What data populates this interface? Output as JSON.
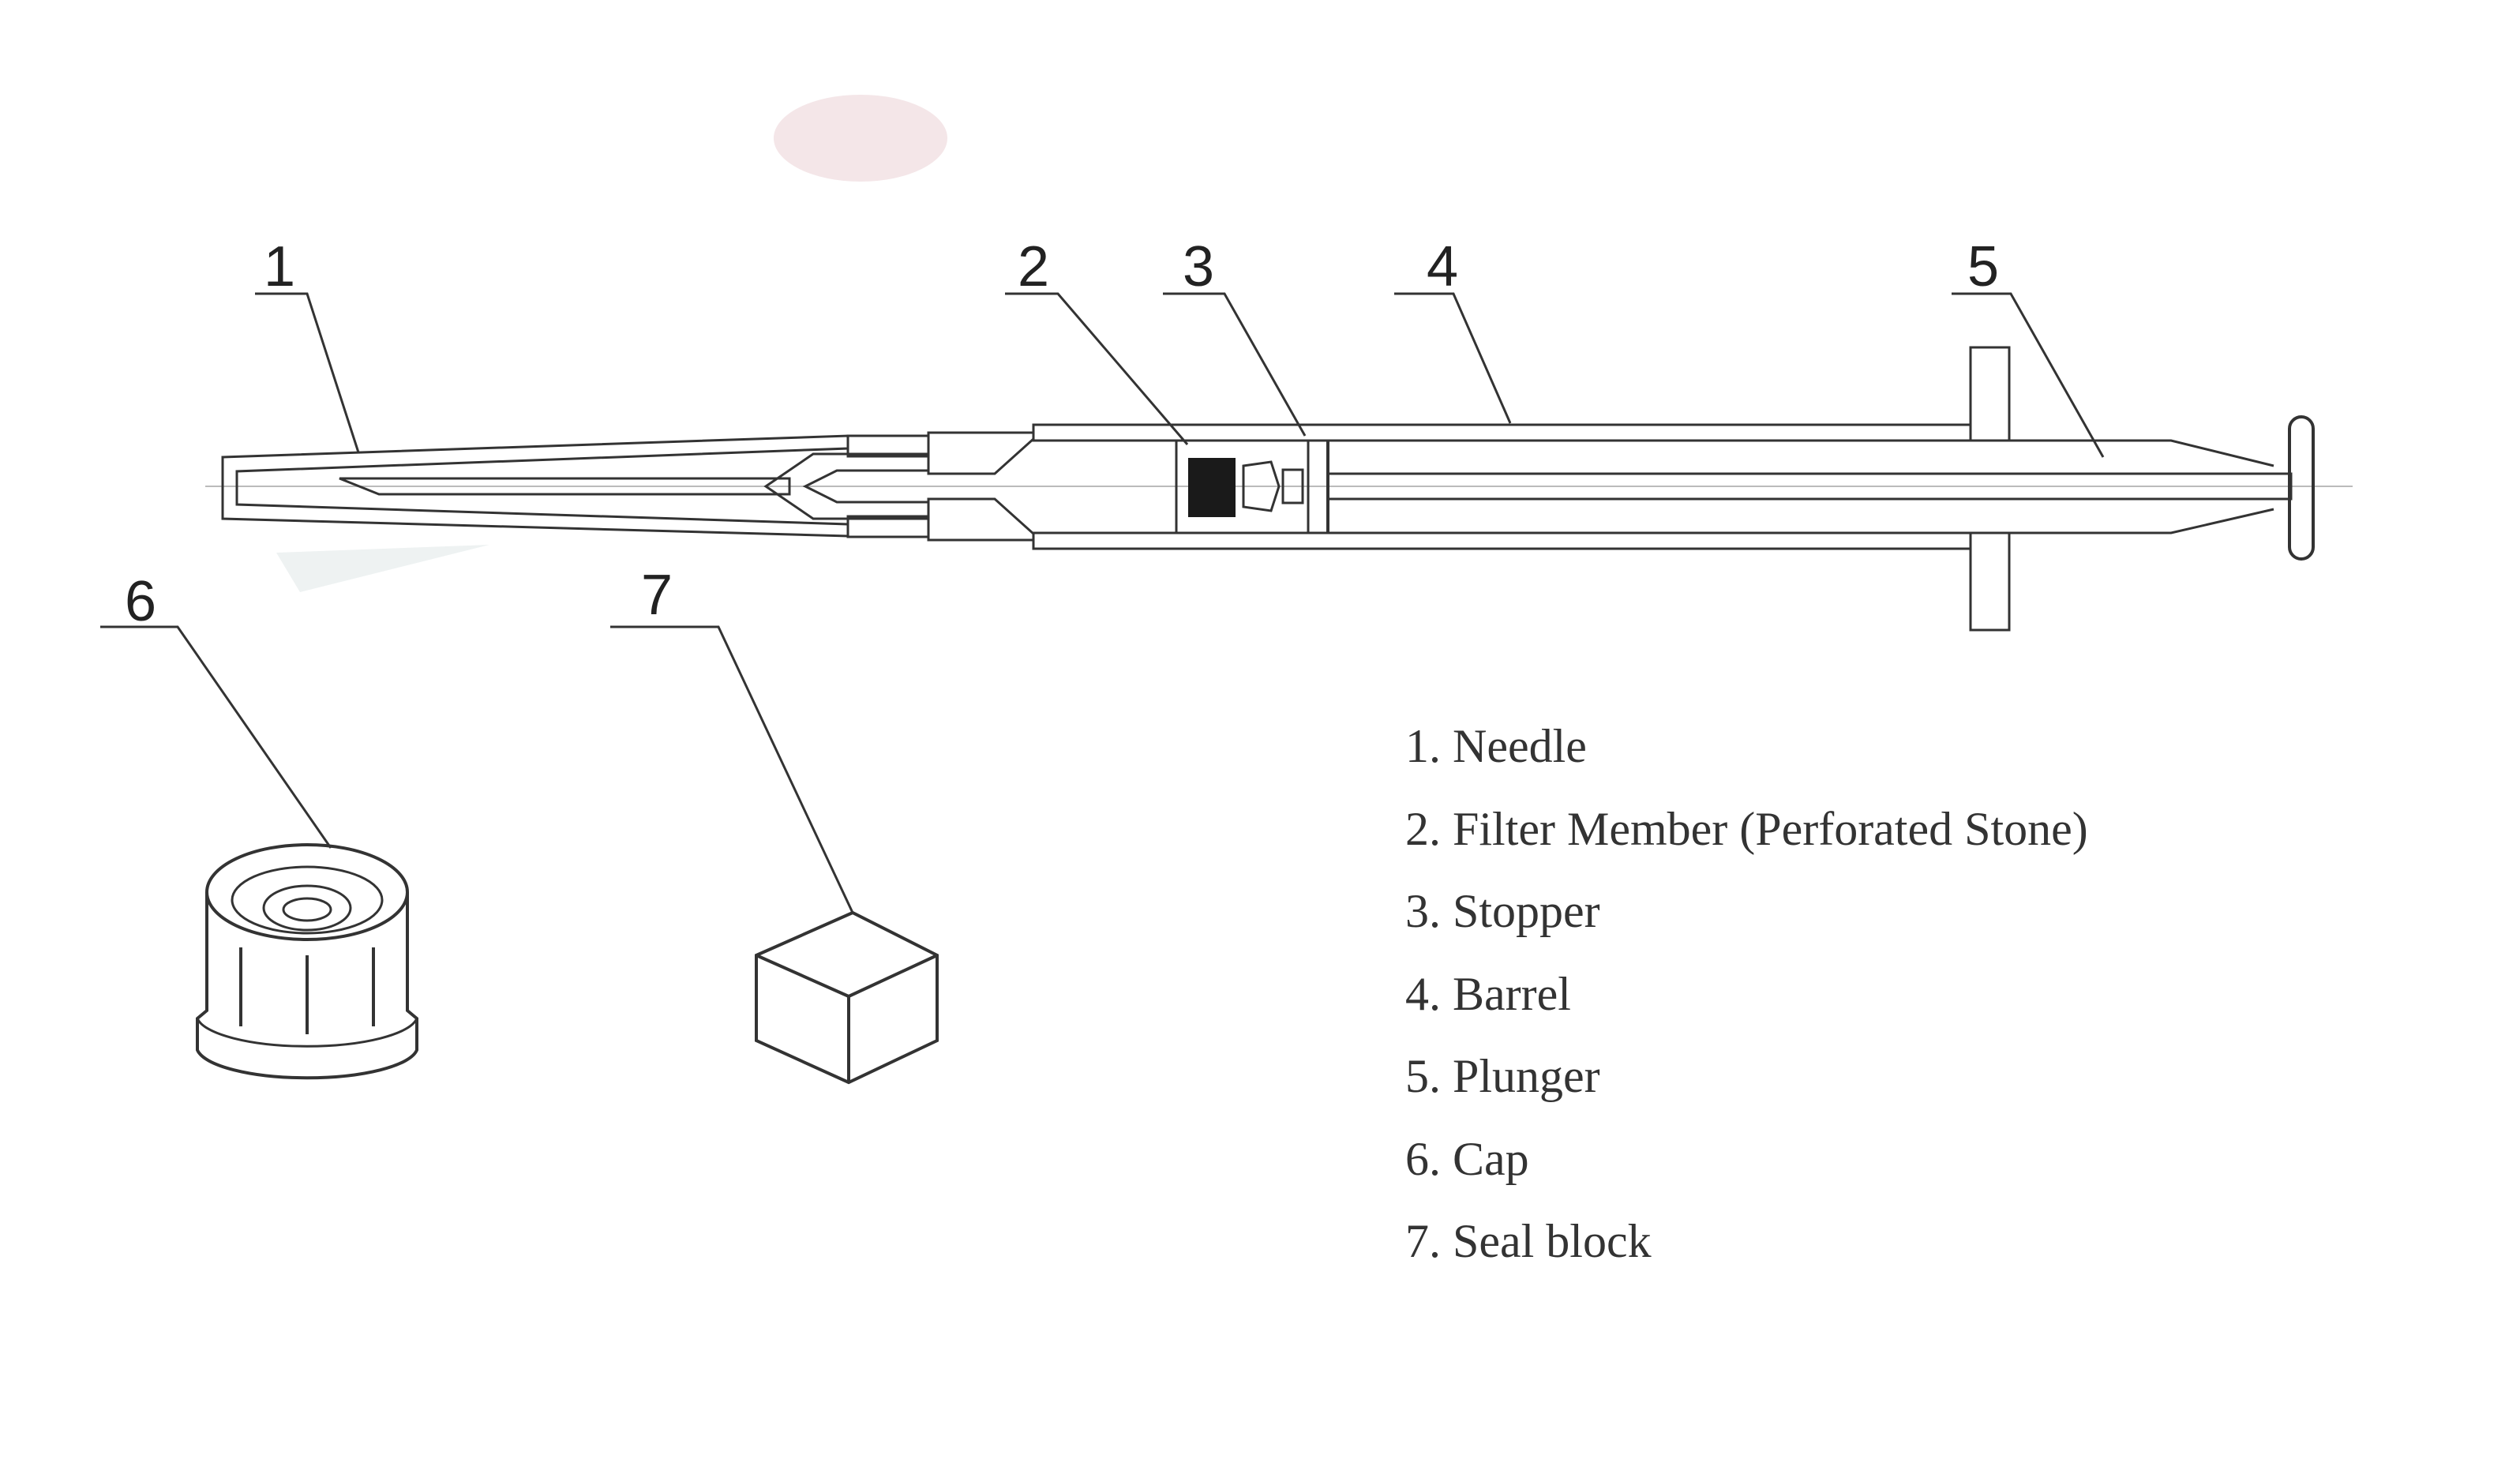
{
  "callouts": [
    "1",
    "2",
    "3",
    "4",
    "5",
    "6",
    "7"
  ],
  "legend": [
    "1. Needle",
    "2. Filter Member (Perforated Stone)",
    "3. Stopper",
    "4. Barrel",
    "5. Plunger",
    "6. Cap",
    "7. Seal block"
  ],
  "colors": {
    "line": "#333333",
    "filter": "#1a1a1a",
    "background": "#ffffff"
  }
}
